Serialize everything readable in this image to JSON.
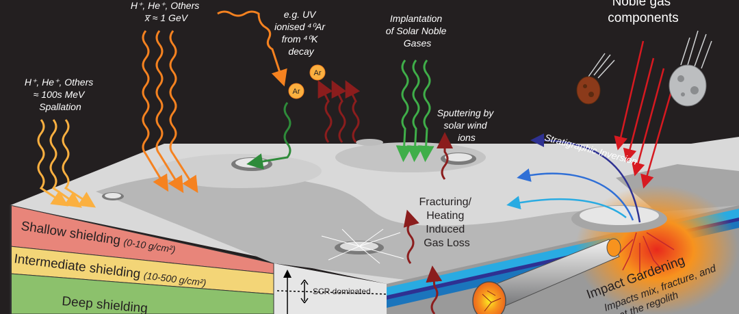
{
  "labels": {
    "gcr_low": [
      "H⁺, He⁺, Others",
      "≈ 100s MeV",
      "Spallation"
    ],
    "gcr_high": [
      "H⁺, He⁺, Others",
      "x̅ ≈ 1 GeV"
    ],
    "uv": [
      "e.g. UV",
      "ionised ⁴⁰Ar",
      "from ⁴⁰K",
      "decay"
    ],
    "ar_symbol": "Ar",
    "implant": [
      "Implantation",
      "of Solar Noble",
      "Gases"
    ],
    "noble": [
      "Noble gas",
      "components"
    ],
    "sputter": [
      "Sputtering by",
      "solar wind",
      "ions"
    ],
    "strat": "Stratigraphic Inversion",
    "fracture": [
      "Fracturing/",
      "Heating",
      "Induced",
      "Gas Loss"
    ],
    "impact_title": "Impact Gardening",
    "impact_sub": [
      "Impacts mix, fracture, and",
      "heat the regolith"
    ],
    "scr": "SCR dominated"
  },
  "layers": [
    {
      "name": "Shallow shielding",
      "range": "(0-10 g/cm²)",
      "color": "#e8857a"
    },
    {
      "name": "Intermediate shielding",
      "range": "(10-500 g/cm²)",
      "color": "#f3d577"
    },
    {
      "name": "Deep shielding",
      "range": "",
      "color": "#8cc16c"
    }
  ],
  "colors": {
    "background": "#231f20",
    "gcr_low": "#fbb040",
    "gcr_high": "#f58220",
    "uv_green": "#2e8b3a",
    "ar_decay": "#8b1d1d",
    "implant": "#3fae49",
    "noble_red": "#d71920",
    "strat_arrow": "#2e3192",
    "regolith": "#d9d9d9"
  }
}
